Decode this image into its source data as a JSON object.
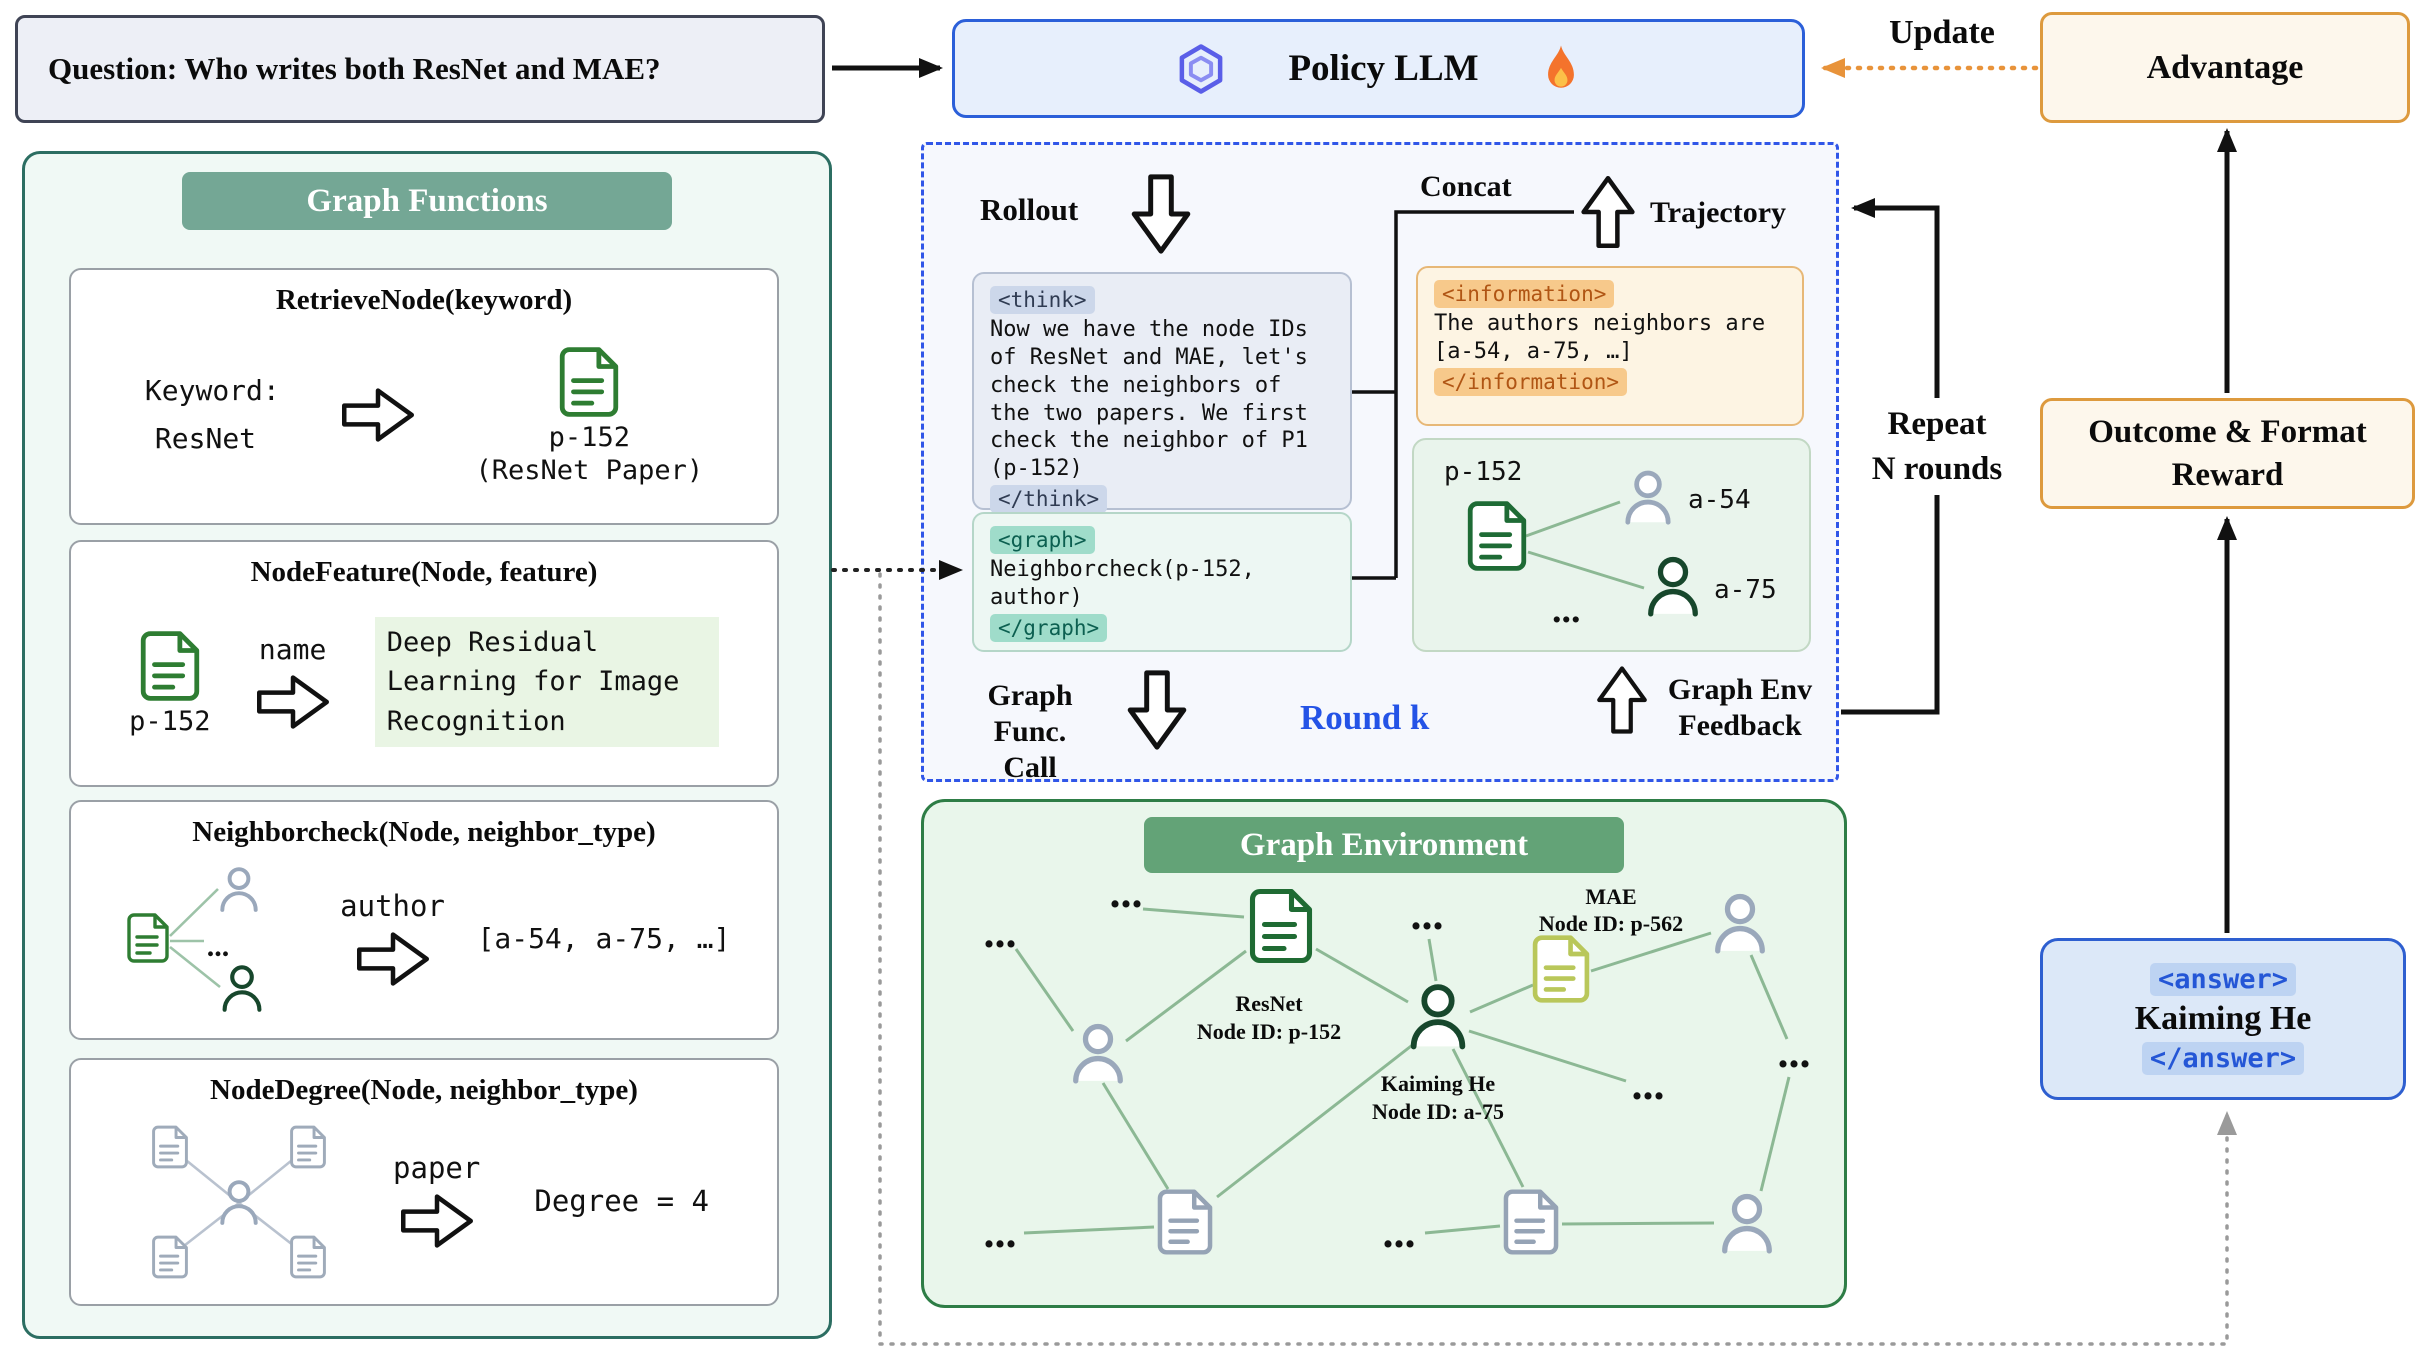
{
  "question": {
    "text": "Question: Who writes both ResNet and MAE?"
  },
  "policy_llm": {
    "label": "Policy LLM"
  },
  "update_label": "Update",
  "advantage_label": "Advantage",
  "graph_functions": {
    "header": "Graph Functions",
    "retrieve_node": {
      "title": "RetrieveNode(keyword)",
      "keyword_label": "Keyword:",
      "keyword_value": "ResNet",
      "result_id": "p-152",
      "result_caption": "(ResNet Paper)"
    },
    "node_feature": {
      "title": "NodeFeature(Node, feature)",
      "node_id": "p-152",
      "feature_name": "name",
      "result": "Deep Residual Learning for Image Recognition"
    },
    "neighbor_check": {
      "title": "Neighborcheck(Node, neighbor_type)",
      "neighbor_type": "author",
      "ellipsis": "...",
      "result": "[a-54, a-75, …]"
    },
    "node_degree": {
      "title": "NodeDegree(Node, neighbor_type)",
      "neighbor_type": "paper",
      "result": "Degree = 4"
    }
  },
  "round_k": {
    "rollout_label": "Rollout",
    "concat_label": "Concat",
    "trajectory_label": "Trajectory",
    "think_open": "<think>",
    "think_text": "Now we have the node IDs of ResNet and MAE, let's check the neighbors of the two papers. We first check the neighbor of P1 (p-152)",
    "think_close": "</think>",
    "graph_open": "<graph>",
    "graph_text": "Neighborcheck(p-152, author)",
    "graph_close": "</graph>",
    "info_open": "<information>",
    "info_text": "The authors neighbors are [a-54, a-75, …]",
    "info_close": "</information>",
    "feedback": {
      "paper_id": "p-152",
      "author_a": "a-54",
      "author_b": "a-75",
      "ellipsis": "..."
    },
    "graph_func_call_line1": "Graph Func.",
    "graph_func_call_line2": "Call",
    "round_label": "Round k",
    "env_feedback_line1": "Graph Env",
    "env_feedback_line2": "Feedback"
  },
  "repeat": {
    "line1": "Repeat",
    "line2": "N rounds"
  },
  "outcome_reward": {
    "line1": "Outcome & Format",
    "line2": "Reward"
  },
  "answer": {
    "open_tag": "<answer>",
    "text": "Kaiming He",
    "close_tag": "</answer>"
  },
  "graph_environment": {
    "header": "Graph Environment",
    "ellipsis": "...",
    "resnet": {
      "line1": "ResNet",
      "line2": "Node ID: p-152"
    },
    "mae": {
      "line1": "MAE",
      "line2": "Node ID: p-562"
    },
    "kaiming": {
      "line1": "Kaiming He",
      "line2": "Node ID: a-75"
    }
  },
  "colors": {
    "policy_blue": "#2b5fd9",
    "accent_orange": "#dd9a3e",
    "panel_teal": "#2c6e62",
    "env_green": "#2e7d46",
    "tag_teal": "#9fdcca",
    "tag_orange": "#f7c98b",
    "tag_blue": "#bdd3f2"
  }
}
